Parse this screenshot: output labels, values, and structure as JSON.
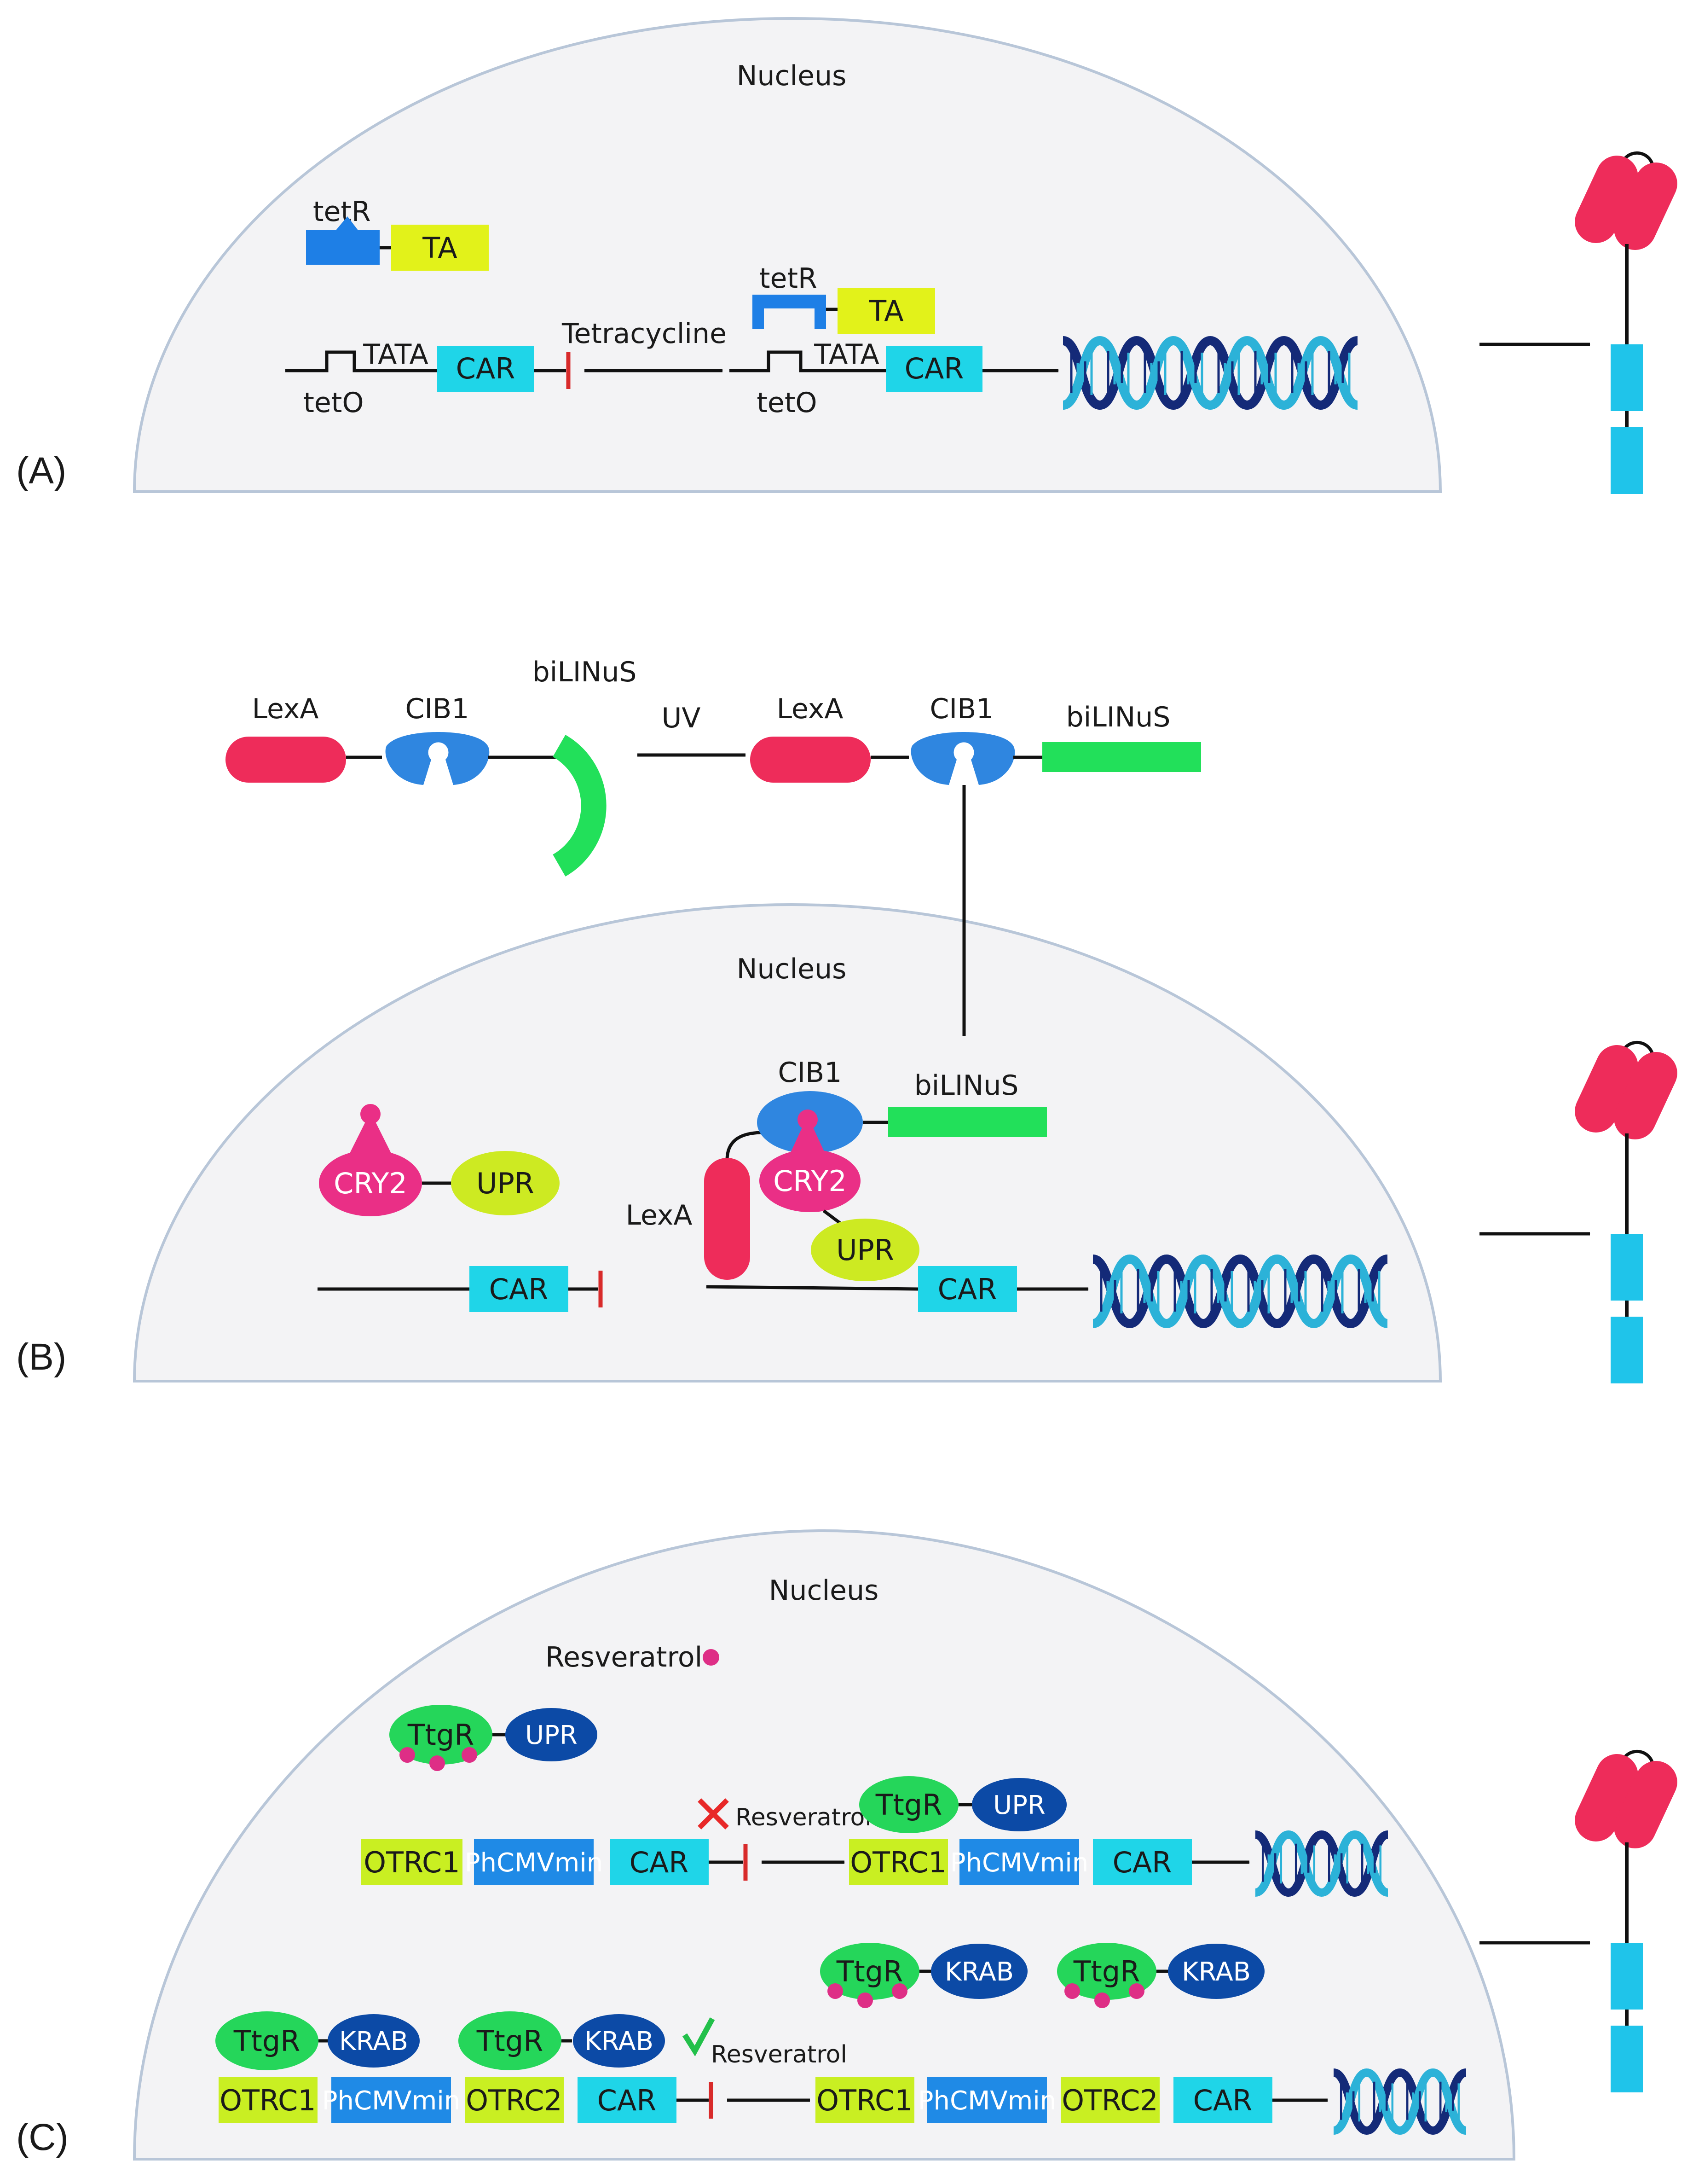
{
  "panels": {
    "A": {
      "label": "(A)",
      "nucleus": "Nucleus"
    },
    "B": {
      "label": "(B)",
      "nucleus": "Nucleus"
    },
    "C": {
      "label": "(C)",
      "nucleus": "Nucleus"
    }
  },
  "text": {
    "tetR": "tetR",
    "TA": "TA",
    "TATA": "TATA",
    "tetO": "tetO",
    "CAR": "CAR",
    "Tetracycline": "Tetracycline",
    "LexA": "LexA",
    "CIB1": "CIB1",
    "biLINuS": "biLINuS",
    "UV": "UV",
    "CRY2": "CRY2",
    "UPR": "UPR",
    "Resveratrol": "Resveratrol",
    "TtgR": "TtgR",
    "KRAB": "KRAB",
    "OTRC1": "OTRC1",
    "OTRC2": "OTRC2",
    "PhCMVmin": "PhCMVmin"
  },
  "colors": {
    "nucleus_fill": "#f3f3f5",
    "nucleus_edge": "#b8c6d8",
    "car_box": "#1fd5e8",
    "ta_box": "#e2f21a",
    "tetR": "#1e7fe6",
    "lexA": "#ee2c5a",
    "cib1": "#2f86e0",
    "bilinus": "#22e05a",
    "cry2": "#ea2f86",
    "upr_light": "#cdea22",
    "upr_dark": "#0c4aa6",
    "ttgR": "#25d65a",
    "otrc": "#c9ef22",
    "phcmv": "#1f8ae6",
    "resveratrol": "#de2e86",
    "stop_bar": "#d82a2a",
    "check": "#22c04a",
    "cross": "#e82828",
    "receptor_red": "#ee2c5a",
    "receptor_blue": "#1fc4ea",
    "dna_dark": "#142a78",
    "dna_light": "#2cb2d8"
  },
  "icons": [
    "dna-helix-icon",
    "car-receptor-icon",
    "check-icon",
    "cross-icon"
  ]
}
